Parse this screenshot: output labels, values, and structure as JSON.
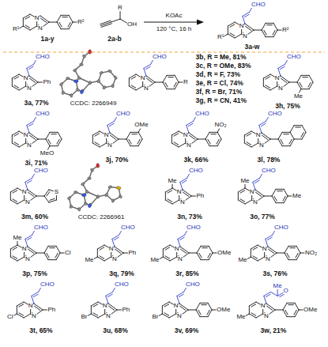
{
  "diagram": {
    "labels": [
      "N",
      "N",
      "R¹",
      "R²",
      "1a-y",
      "R",
      "OH",
      "2a-b",
      "KOAc",
      "120 °C, 16 h",
      "CHO",
      "N",
      "N",
      "R¹",
      "R²",
      "3a-w",
      "CHO",
      "N",
      "N",
      "Ph",
      "3a, 77%",
      "CCDC: 2266949",
      "CHO",
      "N",
      "N",
      "R",
      "3b, R = Me, 81%",
      "3c, R = OMe, 83%",
      "3d, R = F, 73%",
      "3e, R = Cl, 74%",
      "3f, R = Br, 71%",
      "3g, R = CN, 41%",
      "CHO",
      "N",
      "N",
      "Me",
      "3h, 75%",
      "CHO",
      "N",
      "N",
      "MeO",
      "3i, 71%",
      "CHO",
      "N",
      "N",
      "OMe",
      "3j, 70%",
      "CHO",
      "N",
      "N",
      "NO₂",
      "3k, 66%",
      "CHO",
      "N",
      "N",
      "3l, 78%",
      "CHO",
      "N",
      "N",
      "S",
      "3m, 60%",
      "CCDC: 2266961",
      "CHO",
      "N",
      "N",
      "Me",
      "Ph",
      "3n, 73%",
      "CHO",
      "N",
      "N",
      "Me",
      "Me",
      "3o, 77%",
      "CHO",
      "N",
      "N",
      "Me",
      "Cl",
      "3p, 75%",
      "CHO",
      "N",
      "N",
      "Me",
      "Ph",
      "3q, 79%",
      "CHO",
      "N",
      "N",
      "Me",
      "OMe",
      "3r, 85%",
      "CHO",
      "N",
      "N",
      "Me",
      "NO₂",
      "3s, 76%",
      "CHO",
      "N",
      "N",
      "Cl",
      "Ph",
      "3t, 65%",
      "CHO",
      "N",
      "N",
      "Br",
      "Ph",
      "3u, 68%",
      "CHO",
      "N",
      "N",
      "Br",
      "OMe",
      "3v, 69%",
      "O",
      "Me",
      "N",
      "N",
      "Me",
      "OMe",
      "3w, 21%"
    ]
  }
}
